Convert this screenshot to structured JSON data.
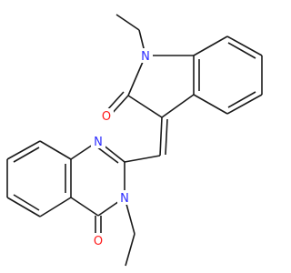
{
  "molecule": {
    "atoms": [
      {
        "id": "n1",
        "symbol": "N",
        "color": "#2b2bff"
      },
      {
        "id": "o1",
        "symbol": "O",
        "color": "#ff1a1a"
      },
      {
        "id": "n2",
        "symbol": "N",
        "color": "#2b2bff"
      },
      {
        "id": "n3",
        "symbol": "N",
        "color": "#2b2bff"
      },
      {
        "id": "o2",
        "symbol": "O",
        "color": "#ff1a1a"
      }
    ],
    "bond_color": "#1a1a1a",
    "background": "#ffffff"
  }
}
